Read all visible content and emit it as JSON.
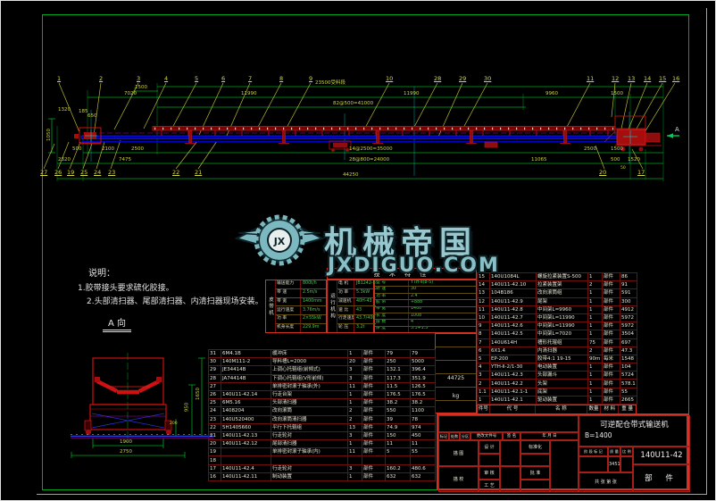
{
  "colors": {
    "sheet_bg": "#000000",
    "frame_green": "#00a822",
    "frame_yellow": "#b8b800",
    "dim_text": "#cfd241",
    "geometry_red": "#cc1111",
    "belt_blue": "#0000b4",
    "table_border_red": "#d43022",
    "spec_green": "#49c94f",
    "watermark_teal": "#9ccfd6"
  },
  "drawing": {
    "view_arrow_label": "A",
    "callouts": {
      "c1": "1",
      "c2": "2",
      "c3": "3",
      "c4": "4",
      "c5": "5",
      "c6": "6",
      "c7": "7",
      "c8": "8",
      "c9": "9",
      "c10": "10",
      "c11": "11",
      "c12": "12",
      "c13": "13",
      "c14": "14",
      "c15": "15",
      "c16": "16",
      "c17": "17",
      "c19": "19",
      "c20": "20",
      "c21": "21",
      "c22": "22",
      "c23": "23",
      "c24": "24",
      "c25": "25",
      "c26": "26",
      "c27": "27",
      "c28": "28",
      "c29": "29",
      "c30": "30"
    },
    "dims_top": {
      "k1500l": "1500",
      "k7020": "7020",
      "k11990a": "11990",
      "k23500": "23500受料段",
      "k82": "82@500=41000",
      "k11990b": "11990",
      "k9960": "9960",
      "k1500r": "1500"
    },
    "dims_bottom": {
      "k650": "650",
      "k2100": "2100",
      "k2500a": "2500",
      "k500a": "500",
      "k7475": "7475",
      "k2320": "2320",
      "k14": "14@2500=35000",
      "k28": "28@800=24000",
      "k44250": "44250",
      "k2500b": "2500",
      "k1500b": "1500",
      "k11065": "11065",
      "k500b": "500",
      "k1520": "1520",
      "k50": "50"
    },
    "dims_left": {
      "k1050": "1050",
      "k1320": "1320",
      "k185": "185"
    }
  },
  "notes": {
    "title": "说明：",
    "line1": "1.胶带接头要求硫化胶接。",
    "line2": "2.头部清扫器、尾部清扫器、内清扫器现场安装。"
  },
  "section": {
    "label": "A 向",
    "dims": {
      "w1900": "1900",
      "w2750": "2750",
      "h950": "950",
      "h1650": "1650",
      "h200": "200"
    }
  },
  "watermark": {
    "monogram": "JX",
    "brand": "机械帝国",
    "url": "JXDIGUO.COM"
  },
  "spec": {
    "header": "技 术 特 性",
    "belt_label": "皮带机",
    "belt_rows": [
      [
        "输送能力",
        "800t/h"
      ],
      [
        "带  速",
        "2.5m/s"
      ],
      [
        "带  宽",
        "1400mm"
      ],
      [
        "运行速度",
        "3.76m/s"
      ],
      [
        "功  率",
        "2×55kW"
      ],
      [
        "机身长度",
        "229.9m"
      ]
    ],
    "travel_label": "运行机构",
    "travel_rows": [
      [
        "电  机",
        "JB1242-8"
      ],
      [
        "功  率",
        "5.3kW"
      ],
      [
        "减速机",
        "40H-43"
      ],
      [
        "速  比",
        "43"
      ],
      [
        "行走速度",
        "43.7/400"
      ],
      [
        "轮  压",
        "3.2t"
      ]
    ],
    "extra_rows": [
      [
        "型 号",
        "YTH-Ⅱ(8-5)"
      ],
      [
        "转 速",
        "30"
      ],
      [
        "功 率",
        "2.4"
      ],
      [
        "胶 带",
        "+888"
      ],
      [
        "带 宽",
        "1400"
      ],
      [
        "长 度",
        "1008"
      ],
      [
        "层 数",
        "4"
      ],
      [
        "厚 度",
        "5.3+1.5"
      ]
    ],
    "total_value": "44725",
    "total_unit": "kg"
  },
  "parts_left": {
    "rows": [
      [
        "31",
        "6M4.1B",
        "缓冲床",
        "1",
        "部件",
        "79",
        "79"
      ],
      [
        "30",
        "140M111-2",
        "导料槽L=2000",
        "20",
        "部件",
        "250",
        "5000"
      ],
      [
        "29",
        "JE34414B",
        "上调心托辊组(前倾式)",
        "3",
        "部件",
        "132.1",
        "396.4"
      ],
      [
        "28",
        "JA74414B",
        "下调心托辊组(V形前倾)",
        "3",
        "部件",
        "117.3",
        "351.9"
      ],
      [
        "27",
        "",
        "单排密封滚子轴承(外)",
        "11",
        "部件",
        "11.5",
        "126.5"
      ],
      [
        "26",
        "140U11-42.14",
        "行走台架",
        "1",
        "部件",
        "176.5",
        "176.5"
      ],
      [
        "25",
        "6M5.16",
        "头部清扫器",
        "1",
        "部件",
        "38.2",
        "38.2"
      ],
      [
        "24",
        "1408204",
        "改向滚筒",
        "2",
        "部件",
        "550",
        "1100"
      ],
      [
        "23",
        "140U520400",
        "改向滚筒清扫器",
        "2",
        "部件",
        "39",
        "78"
      ],
      [
        "22",
        "5H1405660",
        "平行下托辊组",
        "13",
        "部件",
        "74.9",
        "974"
      ],
      [
        "21",
        "140U11-42.13",
        "行走轮对",
        "3",
        "部件",
        "150",
        "450"
      ],
      [
        "20",
        "140U11-42.12",
        "尾部清扫器",
        "1",
        "部件",
        "11",
        "11"
      ],
      [
        "19",
        "",
        "单排密封滚子轴承(内)",
        "11",
        "部件",
        "5",
        "55"
      ],
      [
        "18",
        "",
        "",
        "",
        "",
        "",
        ""
      ],
      [
        "17",
        "140U11-42.4",
        "行走轮对",
        "3",
        "部件",
        "160.2",
        "480.6"
      ],
      [
        "16",
        "140U11-42.11",
        "制动装置",
        "1",
        "部件",
        "632",
        "632"
      ]
    ]
  },
  "parts_right": {
    "headers": [
      "件号",
      "代  号",
      "名  称",
      "数量",
      "材 料",
      "重 量"
    ],
    "rows": [
      [
        "15",
        "140U1084L",
        "螺旋拉紧装置S-500",
        "1",
        "部件",
        "86"
      ],
      [
        "14",
        "140U11-42.10",
        "拉紧装置架",
        "2",
        "部件",
        "91"
      ],
      [
        "13",
        "104B186",
        "改向滚筒组",
        "1",
        "部件",
        "591"
      ],
      [
        "12",
        "140U11-42.9",
        "尾架",
        "1",
        "部件",
        "300"
      ],
      [
        "11",
        "140U11-42.8",
        "中间架L=9960",
        "1",
        "部件",
        "4912"
      ],
      [
        "10",
        "140U11-42.7",
        "中间架L=11990",
        "1",
        "部件",
        "5972"
      ],
      [
        "9",
        "140U11-42.6",
        "中间架L=11990",
        "1",
        "部件",
        "5972"
      ],
      [
        "8",
        "140U11-42.5",
        "中间架L=7020",
        "1",
        "部件",
        "3504"
      ],
      [
        "7",
        "140U614H",
        "槽形托辊组",
        "75",
        "部件",
        "697"
      ],
      [
        "6",
        "6X1.4",
        "内清扫器",
        "2",
        "部件",
        "47.3"
      ],
      [
        "5",
        "EP-200",
        "胶带4:1 19-15",
        "90m",
        "每米",
        "1548"
      ],
      [
        "4",
        "YTH-Ⅱ-2/1-30",
        "电动装置",
        "1",
        "部件",
        "104"
      ],
      [
        "3",
        "140U11-42.3",
        "头部漏斗",
        "1",
        "部件",
        "5724"
      ],
      [
        "2",
        "140U11-42.2",
        "头架",
        "1",
        "部件",
        "578.1"
      ],
      [
        "1.1",
        "140U11-42.1-1",
        "底架",
        "1",
        "部件",
        "55"
      ],
      [
        "1",
        "140U11-42.1",
        "驱动装置",
        "1",
        "部件",
        "2665"
      ]
    ]
  },
  "titleblock": {
    "title": "可逆配仓带式输送机",
    "subtitle": "B=1400",
    "dwg_no": "140U11-42",
    "kind": "部  件",
    "stage": "阶 段 标 记",
    "mass": "质 量",
    "scale": "比 例",
    "mass_value": "34515",
    "sheet": "共  张  第  张",
    "rev_cols": [
      "标记",
      "处数",
      "分区",
      "更改文件号",
      "签 名",
      "年 月 日"
    ],
    "sign_left": [
      "描 图",
      "描 校"
    ],
    "sign_mid": [
      "设 计",
      "审 核",
      "工 艺"
    ],
    "sign_right": [
      "标准化",
      "批 准"
    ]
  }
}
